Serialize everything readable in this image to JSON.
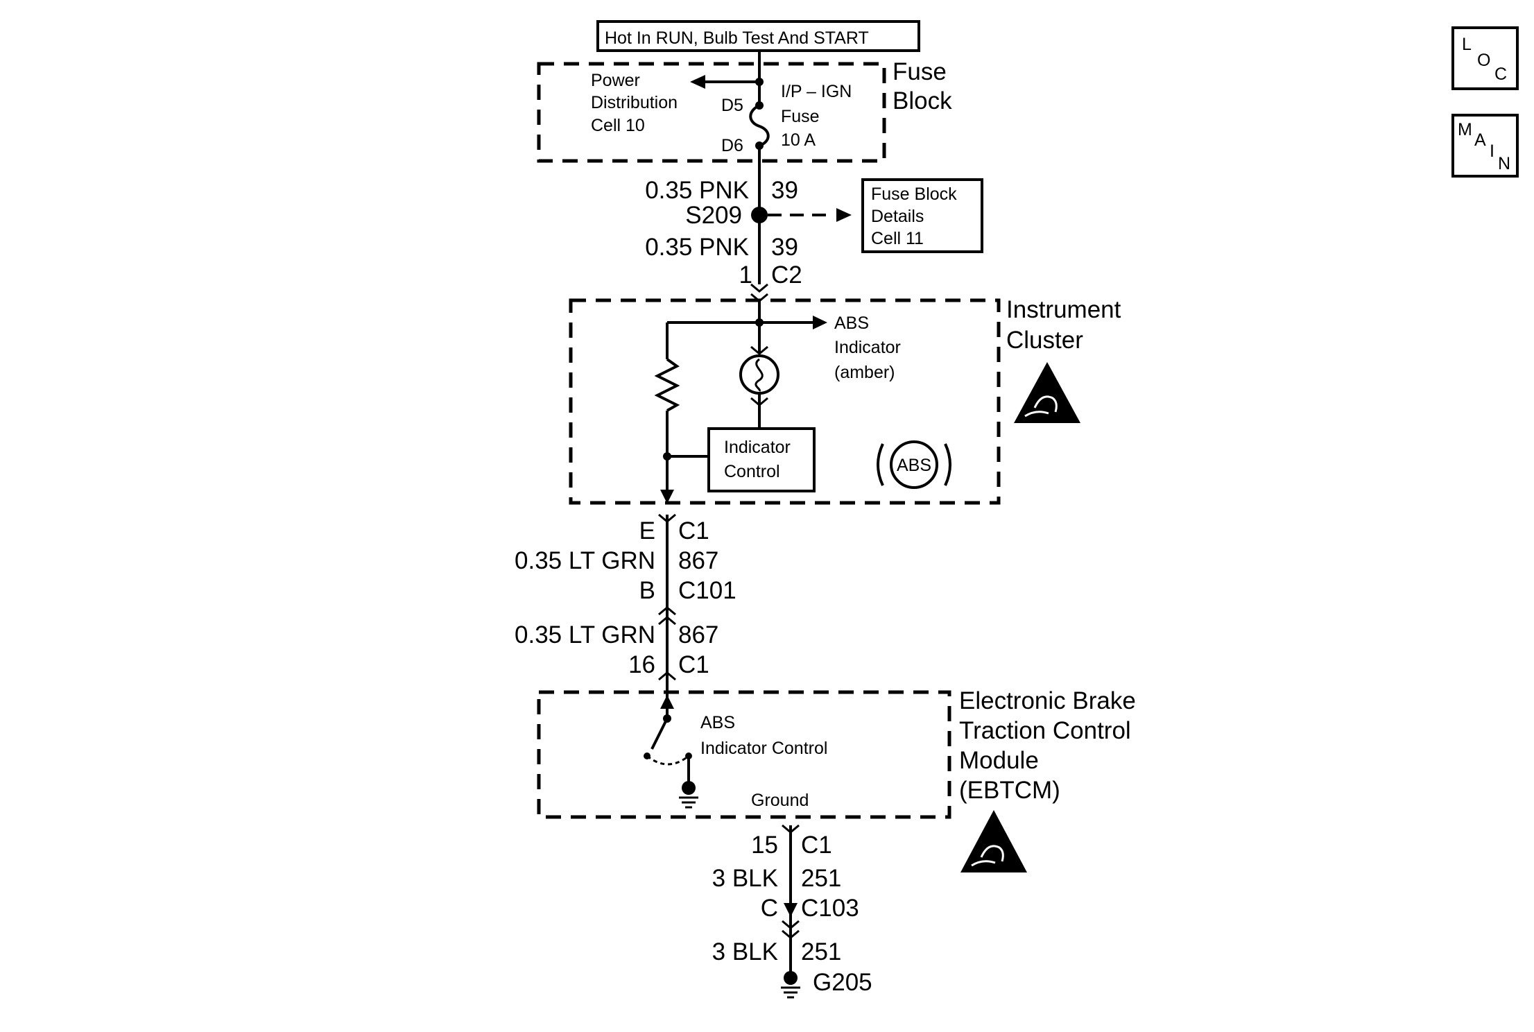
{
  "header": {
    "power_label": "Hot In RUN, Bulb Test And START"
  },
  "nav": {
    "loc_label": "LOC",
    "main_label": "MAIN"
  },
  "fuse_block": {
    "title_line1": "Fuse",
    "title_line2": "Block",
    "power_dist_line1": "Power",
    "power_dist_line2": "Distribution",
    "power_dist_line3": "Cell 10",
    "fuse_line1": "I/P – IGN",
    "fuse_line2": "Fuse",
    "fuse_line3": "10 A",
    "pin_in": "D5",
    "pin_out": "D6"
  },
  "wire_upper": {
    "size_color_1": "0.35 PNK",
    "circuit_1": "39",
    "splice": "S209",
    "size_color_2": "0.35 PNK",
    "circuit_2": "39",
    "pin": "1",
    "connector": "C2"
  },
  "fuse_details": {
    "line1": "Fuse Block",
    "line2": "Details",
    "line3": "Cell 11"
  },
  "instrument_cluster": {
    "title_line1": "Instrument",
    "title_line2": "Cluster",
    "indicator_line1": "ABS",
    "indicator_line2": "Indicator",
    "indicator_line3": "(amber)",
    "control_line1": "Indicator",
    "control_line2": "Control",
    "abs_symbol": "ABS"
  },
  "wire_middle": {
    "pin_e": "E",
    "conn_c1": "C1",
    "size_color_1": "0.35 LT GRN",
    "circuit_1": "867",
    "pin_b": "B",
    "conn_c101": "C101",
    "size_color_2": "0.35 LT GRN",
    "circuit_2": "867",
    "pin_16": "16",
    "conn_c1_b": "C1"
  },
  "ebtcm": {
    "title_line1": "Electronic Brake",
    "title_line2": "Traction Control",
    "title_line3": "Module",
    "title_line4": "(EBTCM)",
    "switch_line1": "ABS",
    "switch_line2": "Indicator Control",
    "ground_label": "Ground"
  },
  "wire_lower": {
    "pin_15": "15",
    "conn_c1": "C1",
    "size_color_1": "3 BLK",
    "circuit_1": "251",
    "pin_c": "C",
    "conn_c103": "C103",
    "size_color_2": "3 BLK",
    "circuit_2": "251",
    "ground_id": "G205"
  },
  "icons": {
    "esd": "esd-warning-icon",
    "ground": "ground-icon",
    "bulb": "bulb-icon"
  }
}
